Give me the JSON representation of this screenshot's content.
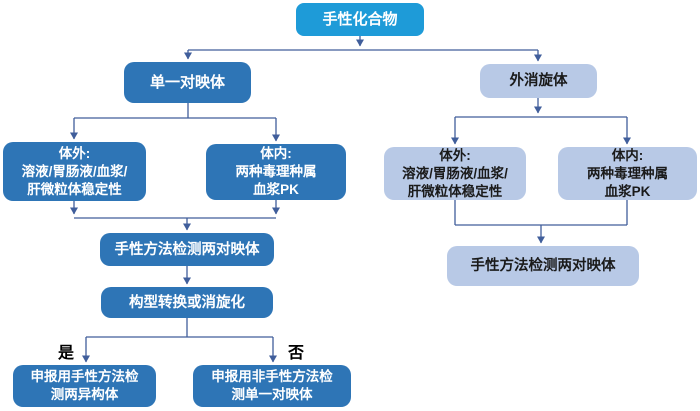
{
  "diagram": {
    "kind": "flowchart",
    "language": "zh-CN",
    "topic": "chiral-compound-bioanalysis-decision-tree"
  },
  "colors": {
    "root_fill": "#1E9BD8",
    "primary_fill": "#2E75B6",
    "secondary_fill": "#B8C9E6",
    "primary_text": "#FFFFFF",
    "secondary_text": "#1A1A1A",
    "connector": "#405E9B",
    "background": "#FFFFFF"
  },
  "nodes": {
    "root": {
      "label": "手性化合物"
    },
    "single_enantiomer": {
      "label": "单一对映体"
    },
    "racemate": {
      "label": "外消旋体"
    },
    "left_in_vitro": {
      "line1": "体外:",
      "line2": "溶液/胃肠液/血浆/",
      "line3": "肝微粒体稳定性"
    },
    "left_in_vivo": {
      "line1": "体内:",
      "line2": "两种毒理种属",
      "line3": "血浆PK"
    },
    "right_in_vitro": {
      "line1": "体外:",
      "line2": "溶液/胃肠液/血浆/",
      "line3": "肝微粒体稳定性"
    },
    "right_in_vivo": {
      "line1": "体内:",
      "line2": "两种毒理种属",
      "line3": "血浆PK"
    },
    "left_chiral_method": {
      "label": "手性方法检测两对映体"
    },
    "config_conversion": {
      "label": "构型转换或消旋化"
    },
    "right_chiral_method": {
      "label": "手性方法检测两对映体"
    },
    "report_chiral": {
      "line1": "申报用手性方法检",
      "line2": "测两异构体"
    },
    "report_achiral": {
      "line1": "申报用非手性方法检",
      "line2": "测单一对映体"
    }
  },
  "branch_labels": {
    "yes": "是",
    "no": "否"
  }
}
